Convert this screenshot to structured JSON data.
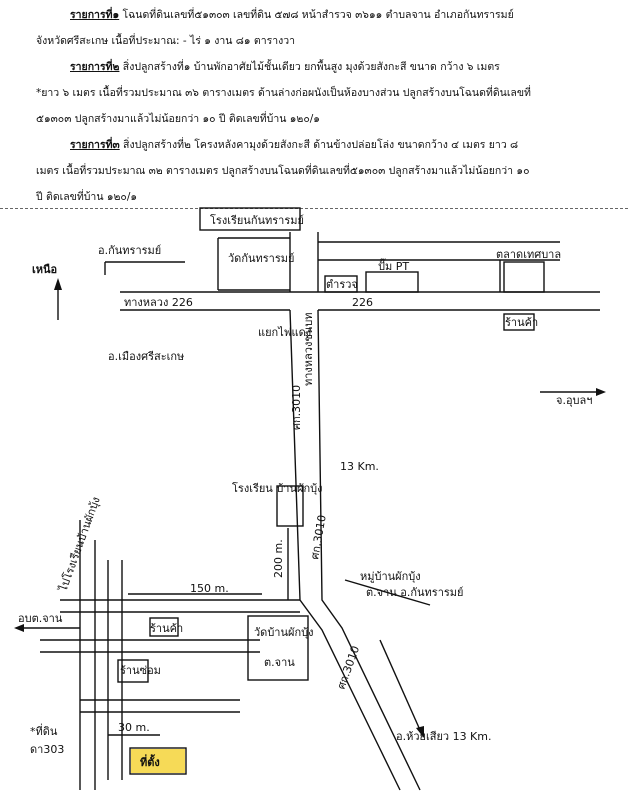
{
  "items": [
    {
      "label": "รายการที่๑",
      "lines": [
        "โฉนดที่ดินเลขที่๕๑๓๐๓ เลขที่ดิน ๕๗๘ หน้าสำรวจ ๓๖๑๑ ตำบลจาน อำเภอกันทรารมย์",
        "จังหวัดศรีสะเกษ   เนื้อที่ประมาณ: - ไร่ ๑ งาน ๘๑ ตารางวา"
      ]
    },
    {
      "label": "รายการที่๒",
      "lines": [
        "สิ่งปลูกสร้างที่๑  บ้านพักอาศัยไม้ชั้นเดียว ยกพื้นสูง มุงด้วยสังกะสี ขนาด กว้าง ๖ เมตร",
        "*ยาว ๖ เมตร เนื้อที่รวมประมาณ ๓๖ ตารางเมตร ด้านล่างก่อผนังเป็นห้องบางส่วน ปลูกสร้างบนโฉนดที่ดินเลขที่",
        "๕๑๓๐๓ ปลูกสร้างมาแล้วไม่น้อยกว่า ๑๐ ปี ติดเลขที่บ้าน ๑๒๐/๑"
      ]
    },
    {
      "label": "รายการที่๓",
      "lines": [
        "สิ่งปลูกสร้างที่๒ โครงหลังคามุงด้วยสังกะสี ด้านข้างปล่อยโล่ง ขนาดกว้าง ๔ เมตร ยาว ๘",
        "เมตร เนื้อที่รวมประมาณ ๓๒ ตารางเมตร   ปลูกสร้างบนโฉนดที่ดินเลขที่๕๑๓๐๓ ปลูกสร้างมาแล้วไม่น้อยกว่า ๑๐",
        "ปี ติดเลขที่บ้าน ๑๒๐/๑"
      ]
    }
  ],
  "map": {
    "north": "เหนือ",
    "school_top": "โรงเรียนกันทรารมย์",
    "road_kanthararom": "อ.กันทรารมย์",
    "temple_top": "วัดกันทรารมย์",
    "pump": "ปั๊ม PT",
    "market": "ตลาดเทศบาล",
    "highway_left": "ทางหลวง 226",
    "highway_right": "226",
    "shop": "ร้านค้า",
    "police": "ตำรวจ",
    "traffic": "แยกไฟแดง",
    "road_vertical": "ทางหลวงชนบท",
    "road_code_1": "ศก.3010",
    "to_muang": "อ.เมืองศรีสะเกษ",
    "to_ubon": "จ.อุบลฯ",
    "dist_13": "13 Km.",
    "school_low": "โรงเรียน บ้านผักบุ้ง",
    "dist_200": "200 m.",
    "road_code_2": "ศก.3010",
    "village": "หมู่บ้านผักบุ้ง",
    "village_sub": "ต.จาน อ.กันทรารมย์",
    "side_road_top": "ไปโรงเรียนบ้านผักบุ้ง",
    "dist_150": "150 m.",
    "to_left_road": "อบต.จาน",
    "shop_low": "ร้านค้า",
    "temple_low": "วัดบ้านผักบุ้ง",
    "temple_low_sub": "ต.จาน",
    "repair_shop": "ร้านซ่อม",
    "dist_30": "30 m.",
    "land_label": "*ที่ดิน",
    "land_no": "ดา303",
    "target": "ที่ตั้ง",
    "to_south": "อ.ห้วยเสียว 13 Km.",
    "road_code_3": "ศก.3010",
    "highlight_color": "#f4d43a"
  }
}
